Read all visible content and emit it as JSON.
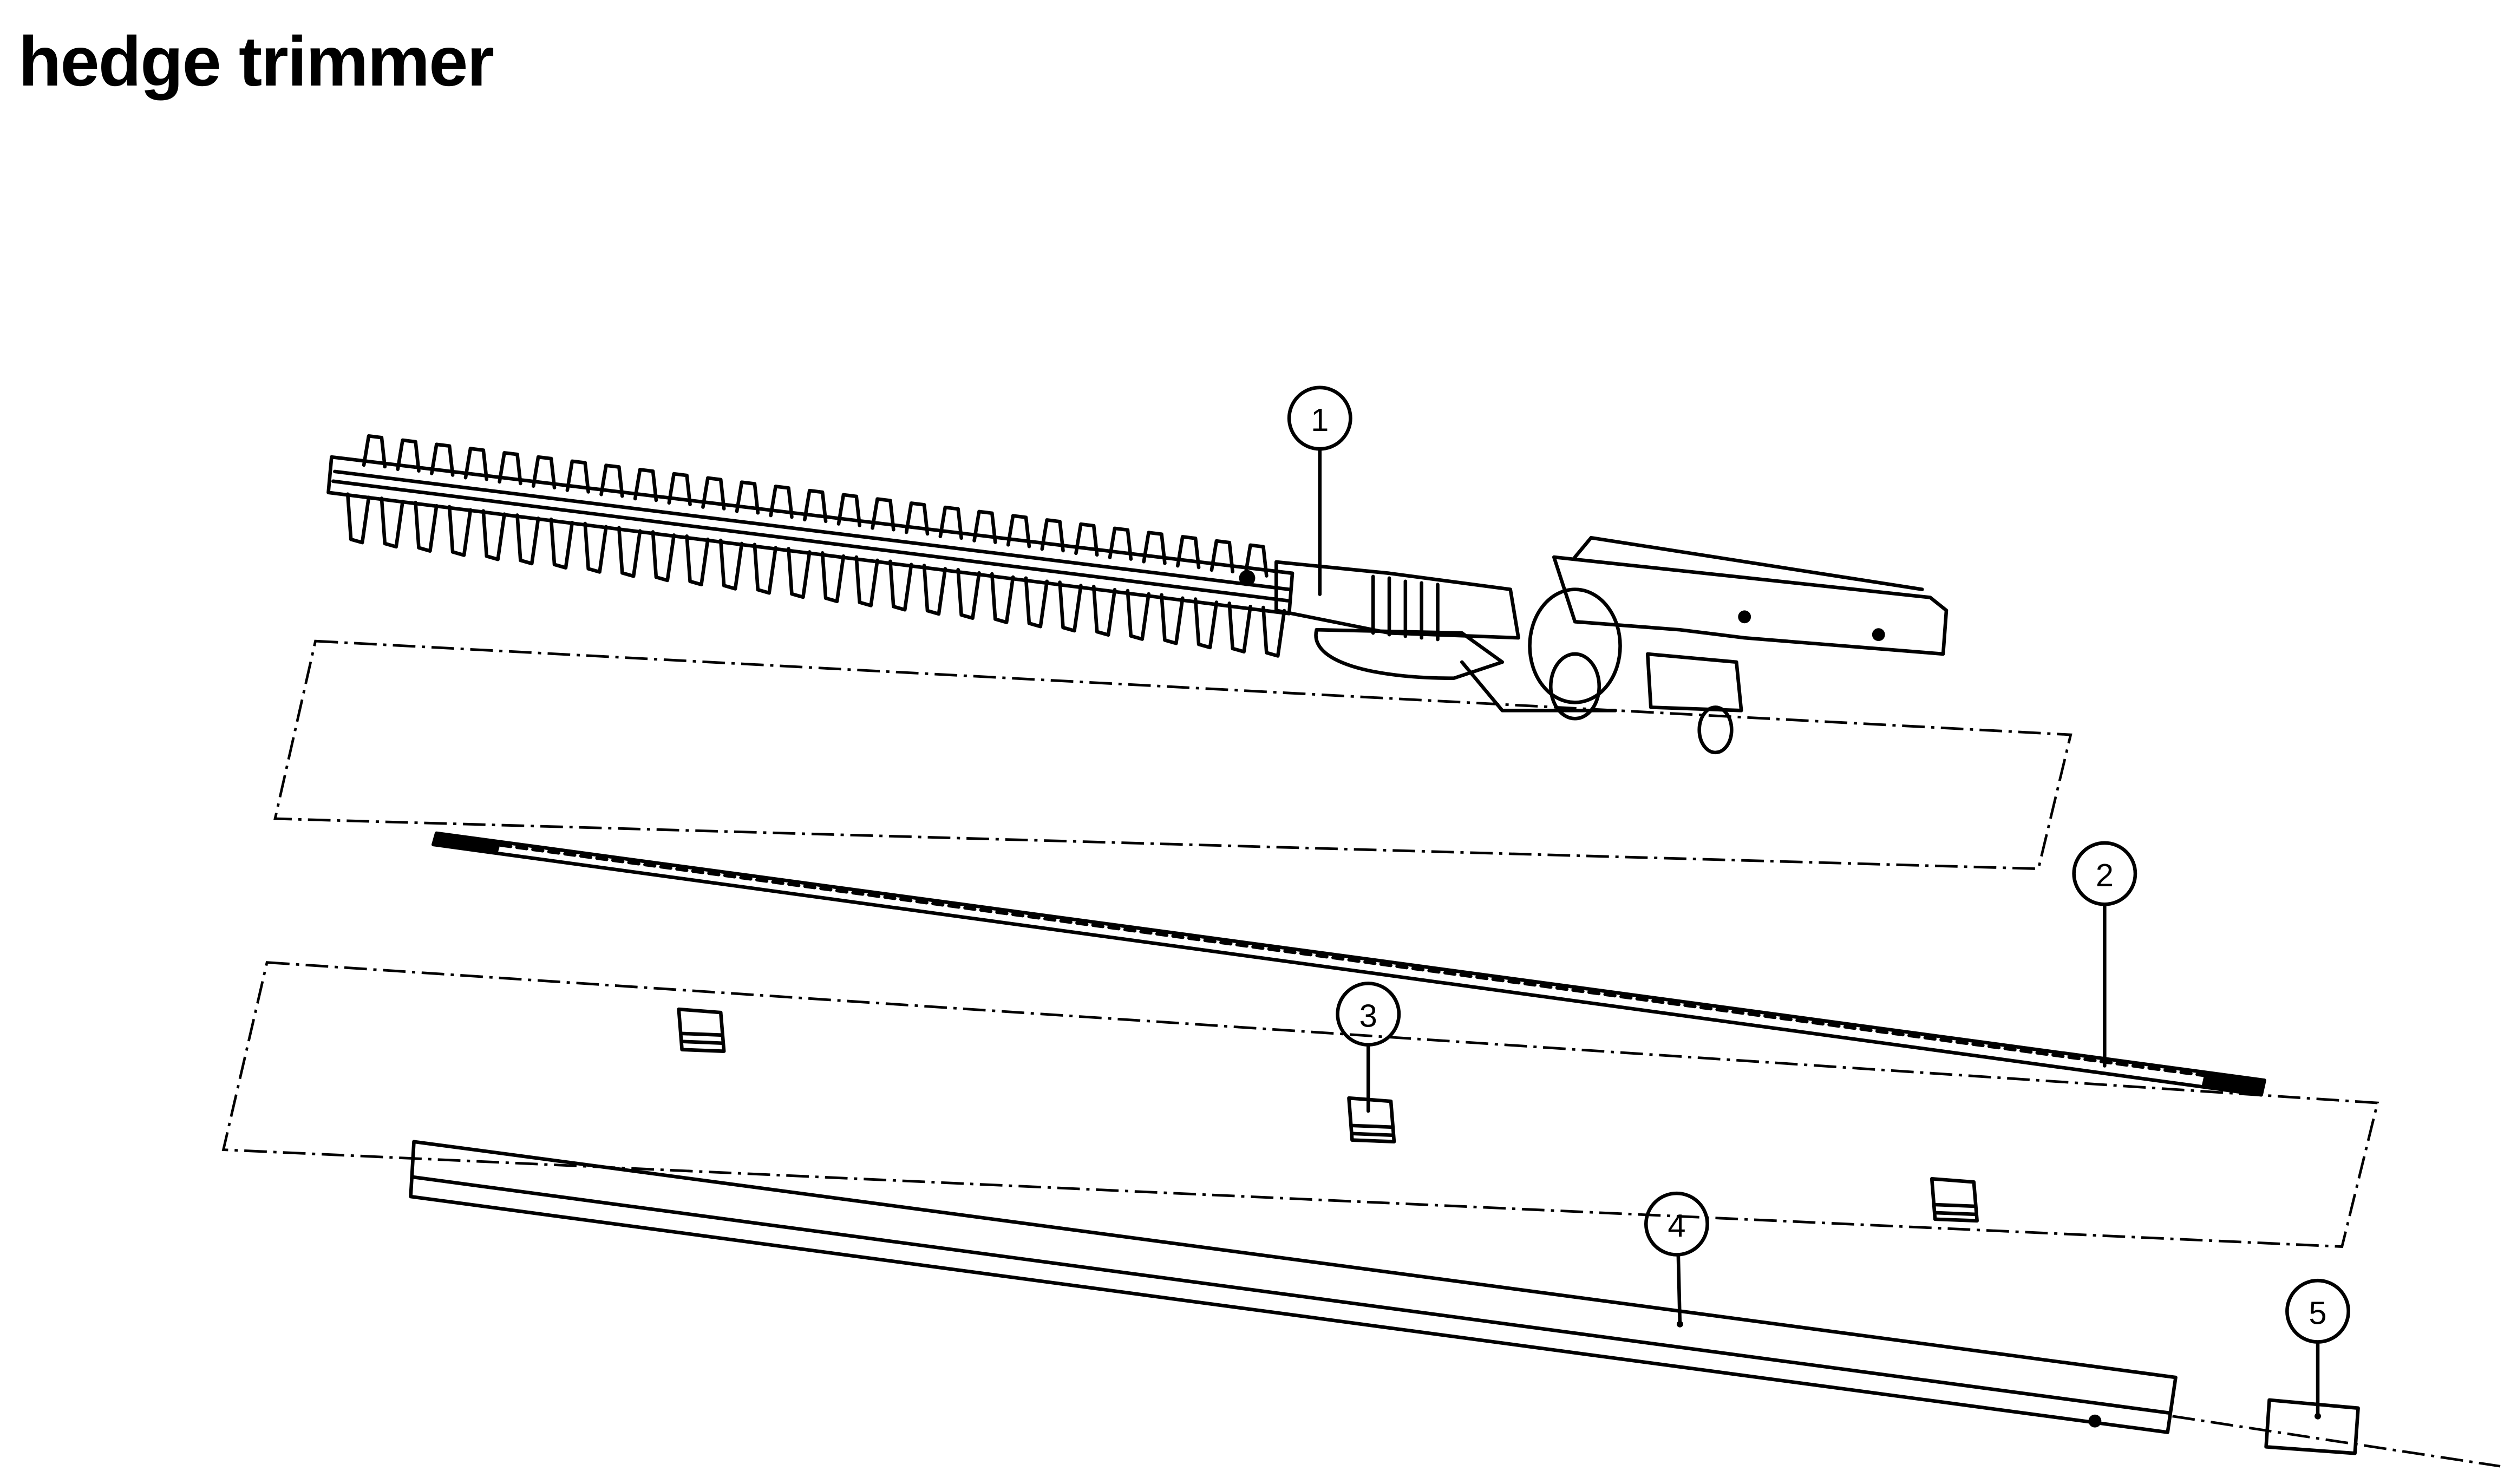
{
  "title": "hedge trimmer",
  "callouts": [
    {
      "number": "1",
      "part": "hedge-trimmer-head"
    },
    {
      "number": "2",
      "part": "drive-shaft"
    },
    {
      "number": "3",
      "part": "shaft-clip"
    },
    {
      "number": "4",
      "part": "extension-tube"
    },
    {
      "number": "5",
      "part": "end-cap"
    }
  ]
}
